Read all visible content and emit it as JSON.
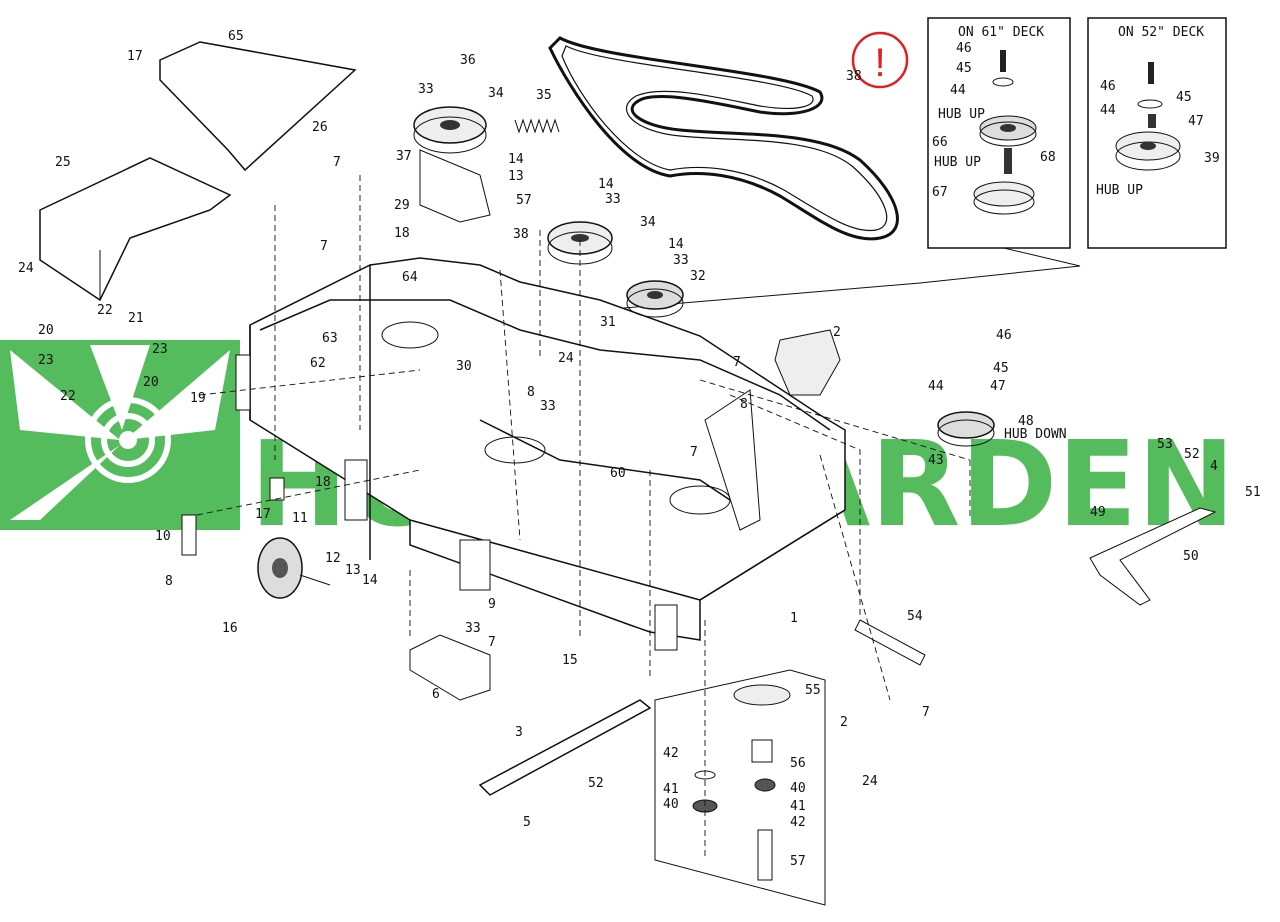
{
  "watermark": {
    "text": "HOME GARDEN",
    "color": "#2fae3a"
  },
  "insets": [
    {
      "title": "ON 61\" DECK",
      "hub_labels": [
        "HUB UP",
        "HUB UP"
      ]
    },
    {
      "title": "ON 52\" DECK",
      "hub_labels": [
        "HUB UP"
      ]
    }
  ],
  "hub_down_label": "HUB DOWN",
  "alert_mark": {
    "symbol": "!",
    "color": "#e02020"
  },
  "part_numbers": [
    "1",
    "2",
    "3",
    "4",
    "5",
    "6",
    "7",
    "8",
    "9",
    "10",
    "11",
    "12",
    "13",
    "14",
    "15",
    "16",
    "17",
    "18",
    "19",
    "20",
    "21",
    "22",
    "23",
    "24",
    "25",
    "26",
    "29",
    "30",
    "31",
    "32",
    "33",
    "34",
    "35",
    "36",
    "37",
    "38",
    "39",
    "40",
    "41",
    "42",
    "43",
    "44",
    "45",
    "46",
    "47",
    "48",
    "49",
    "50",
    "51",
    "52",
    "53",
    "54",
    "55",
    "56",
    "57",
    "60",
    "62",
    "63",
    "64",
    "65",
    "66",
    "67",
    "68"
  ]
}
